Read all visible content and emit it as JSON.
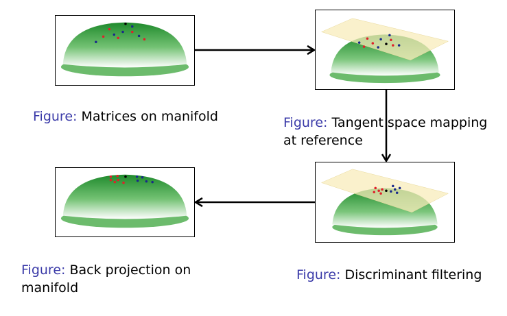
{
  "figures": [
    {
      "prefix": "Figure:",
      "caption": "Matrices on manifold"
    },
    {
      "prefix": "Figure:",
      "caption": "Tangent space mapping at reference"
    },
    {
      "prefix": "Figure:",
      "caption": "Discriminant filtering"
    },
    {
      "prefix": "Figure:",
      "caption": "Back projection on manifold"
    }
  ],
  "colors": {
    "caption_prefix": "#3a3aa8",
    "manifold_top": "#1f8a2c",
    "manifold_base": "#6cbb6c",
    "tangent_plane": "#f8ecbb",
    "class_a": "#e0202a",
    "class_b": "#1a2a8a",
    "reference": "#000000"
  }
}
